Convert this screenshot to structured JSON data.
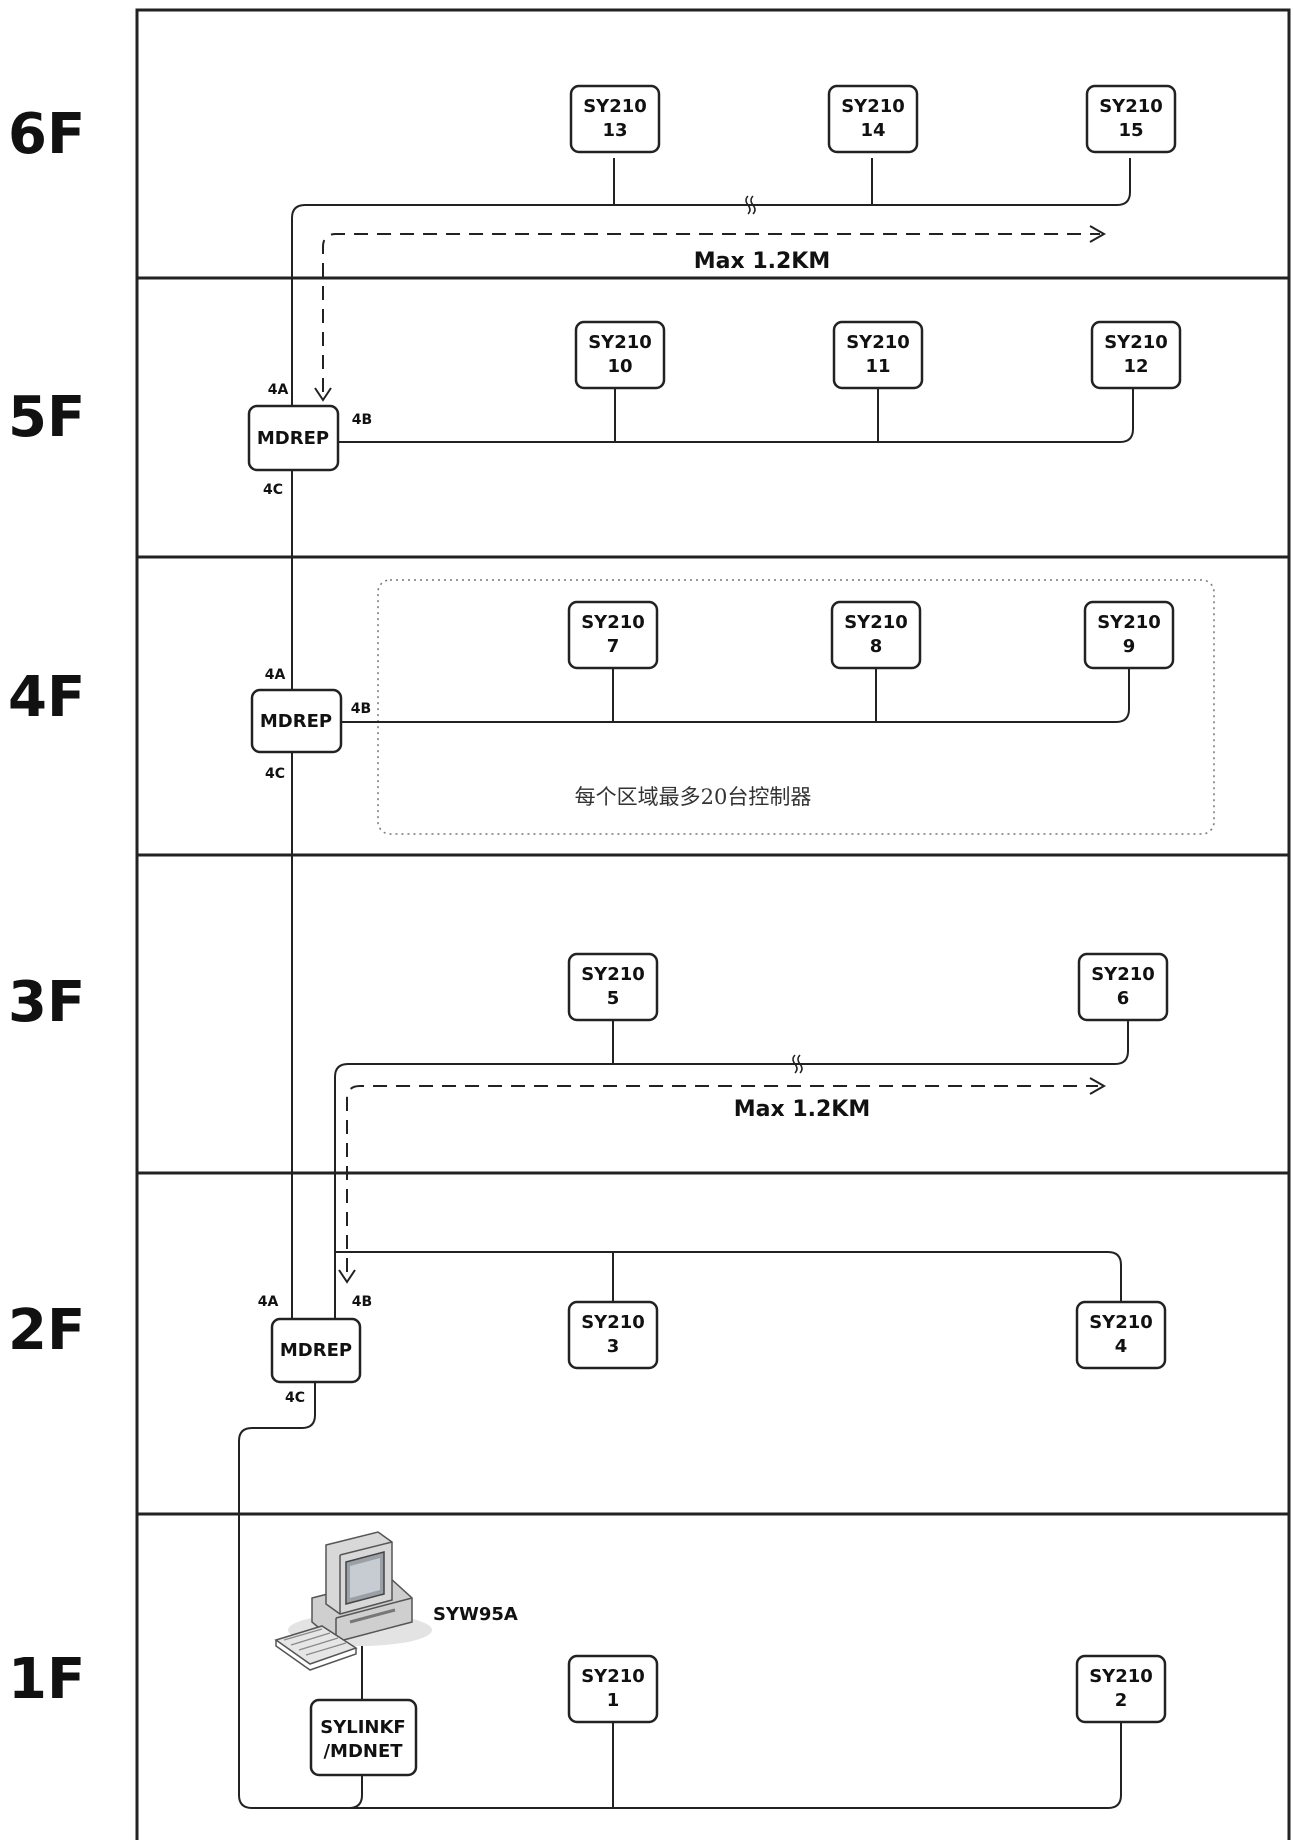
{
  "floors": [
    {
      "label": "6F"
    },
    {
      "label": "5F"
    },
    {
      "label": "4F"
    },
    {
      "label": "3F"
    },
    {
      "label": "2F"
    },
    {
      "label": "1F"
    }
  ],
  "controller_label": "SY210",
  "controllers": [
    "13",
    "14",
    "15",
    "10",
    "11",
    "12",
    "7",
    "8",
    "9",
    "5",
    "6",
    "3",
    "4",
    "1",
    "2"
  ],
  "repeater_label": "MDREP",
  "ports": {
    "a": "4A",
    "b": "4B",
    "c": "4C"
  },
  "distance_label": "Max 1.2KM",
  "zone_note": "每个区域最多20台控制器",
  "computer_label": "SYW95A",
  "converter_line1": "SYLINKF",
  "converter_line2": "/MDNET",
  "icons": [
    "computer-icon",
    "break-symbol-icon"
  ]
}
